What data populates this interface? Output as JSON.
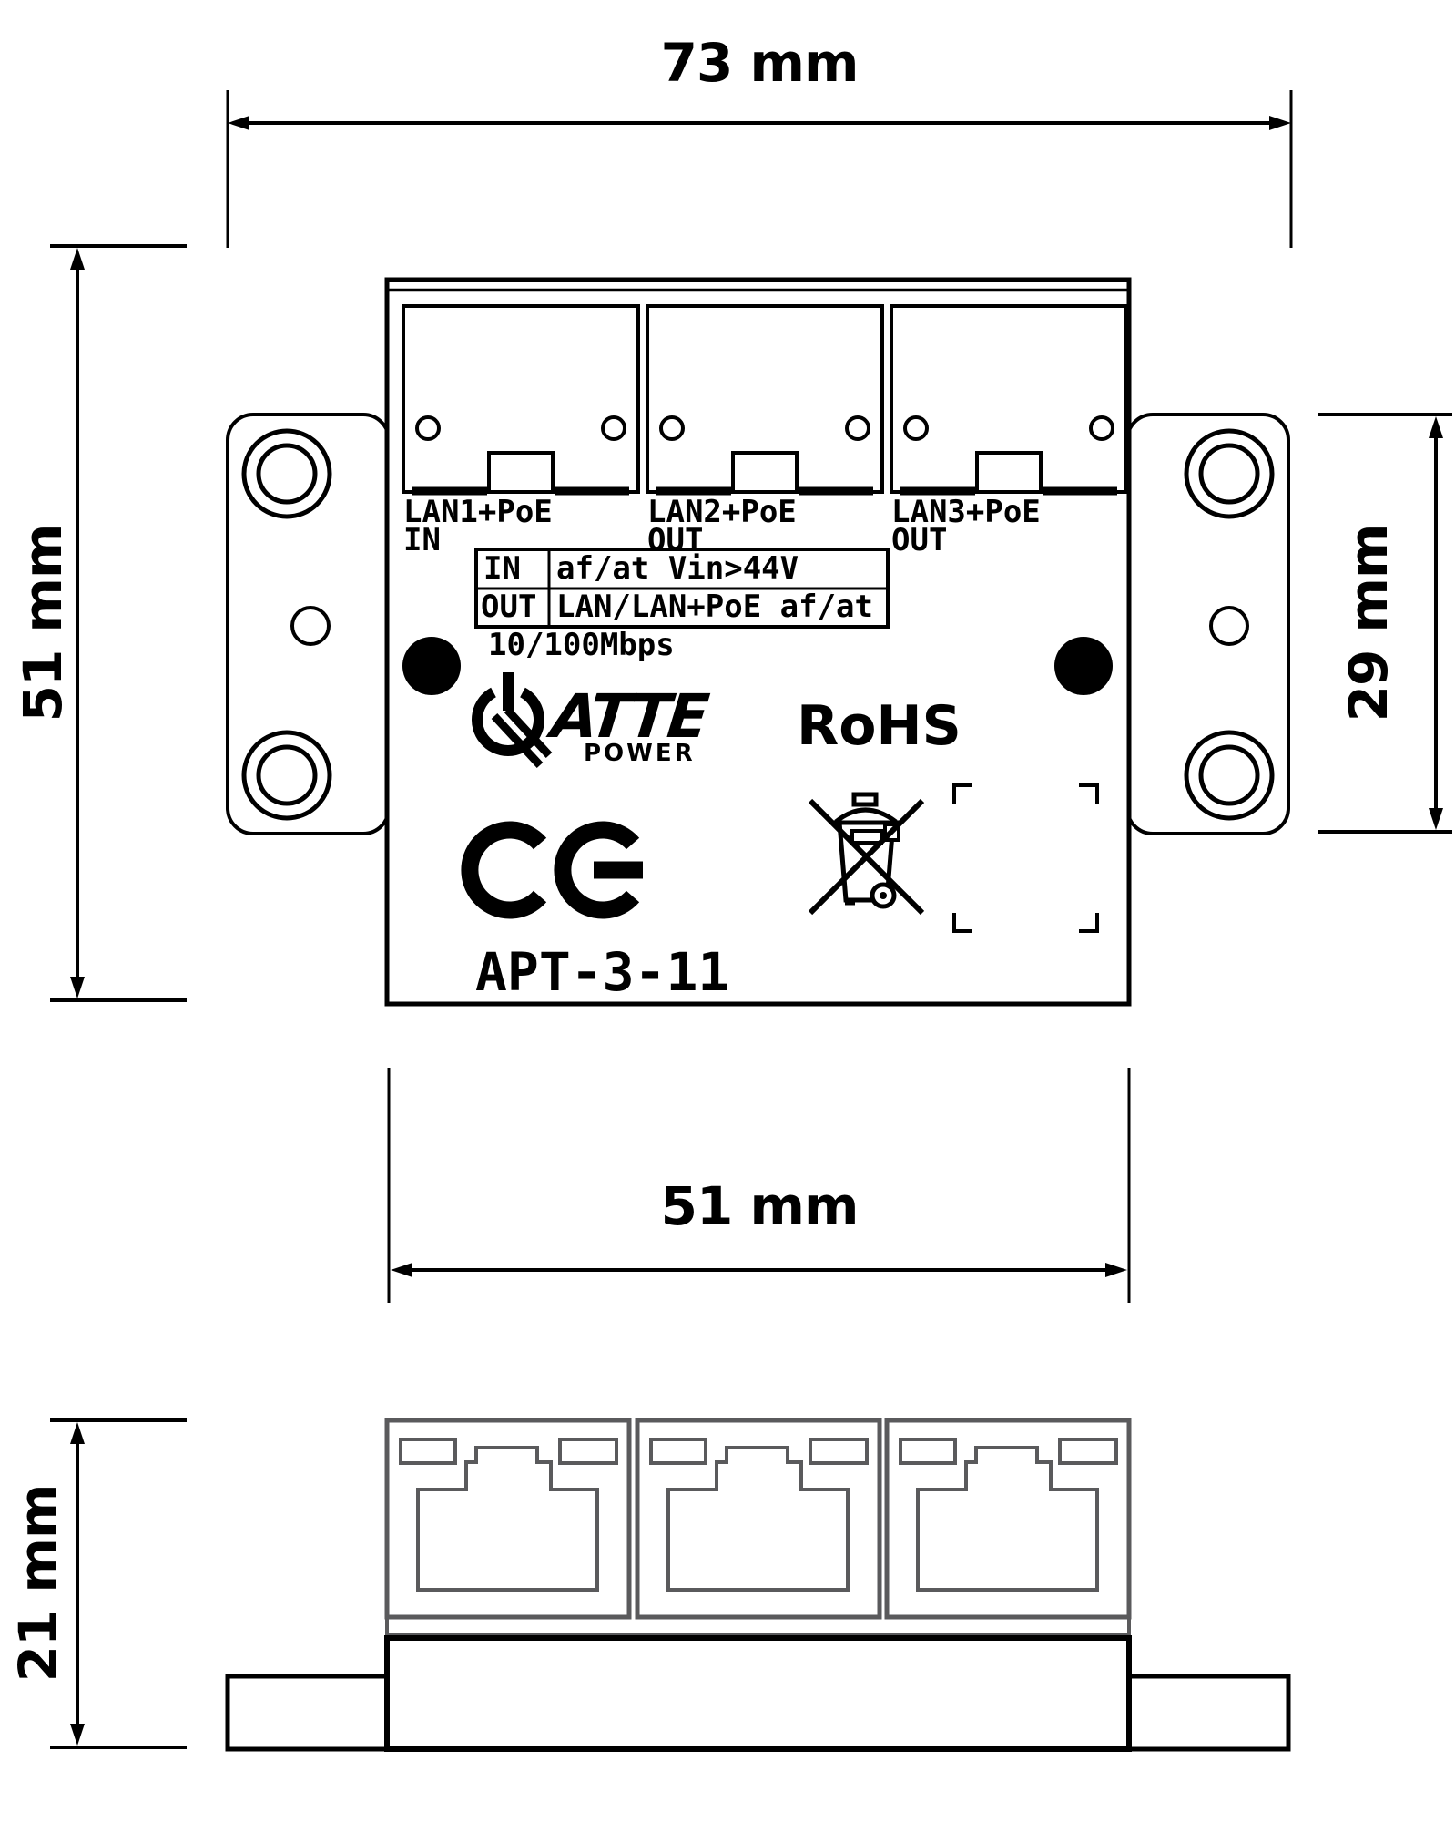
{
  "title": "APT-3-11 dimensional drawing",
  "dims": {
    "overall_width": "73 mm",
    "body_height": "51 mm",
    "ear_height": "29 mm",
    "body_width": "51 mm",
    "front_height": "21 mm"
  },
  "top_view": {
    "ports": [
      {
        "name": "LAN1+PoE",
        "role": "IN"
      },
      {
        "name": "LAN2+PoE",
        "role": "OUT"
      },
      {
        "name": "LAN3+PoE",
        "role": "OUT"
      }
    ],
    "spec_table": {
      "rows": [
        {
          "label": "IN",
          "value": "af/at Vin>44V"
        },
        {
          "label": "OUT",
          "value": "LAN/LAN+PoE af/at"
        }
      ]
    },
    "speed": "10/100Mbps",
    "brand": "ATTE",
    "brand_sub": "POWER",
    "rohs": "RoHS",
    "ce": "CE",
    "model": "APT-3-11"
  },
  "colors": {
    "line": "#000000",
    "front_jack_line": "#5a5a5c"
  }
}
